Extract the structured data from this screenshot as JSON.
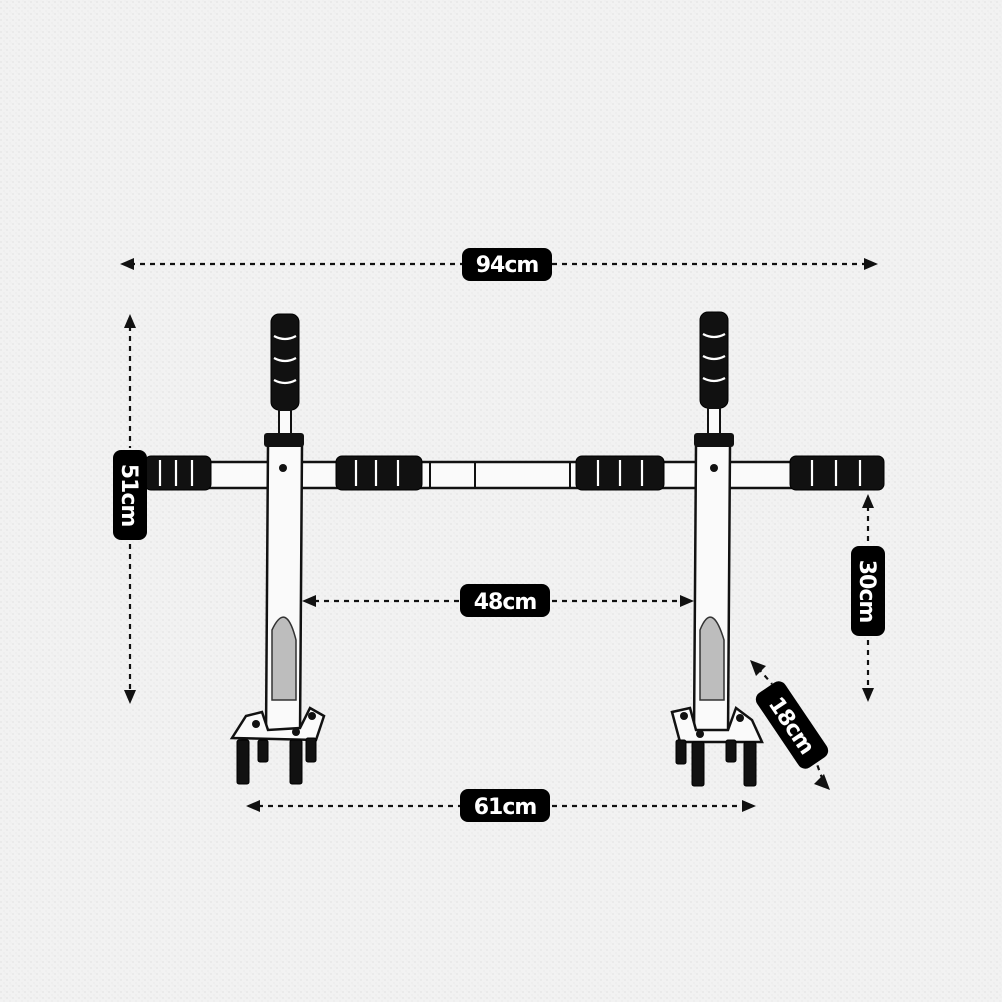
{
  "dimensions": {
    "overall_width": "94cm",
    "overall_height": "51cm",
    "inner_width": "48cm",
    "base_width": "61cm",
    "handle_drop": "30cm",
    "base_depth": "18cm"
  },
  "colors": {
    "background": "#f2f2f2",
    "ink": "#111111",
    "label_fill": "#000000",
    "label_text": "#ffffff"
  },
  "icons": {
    "product": "pull-up-bar-icon"
  }
}
